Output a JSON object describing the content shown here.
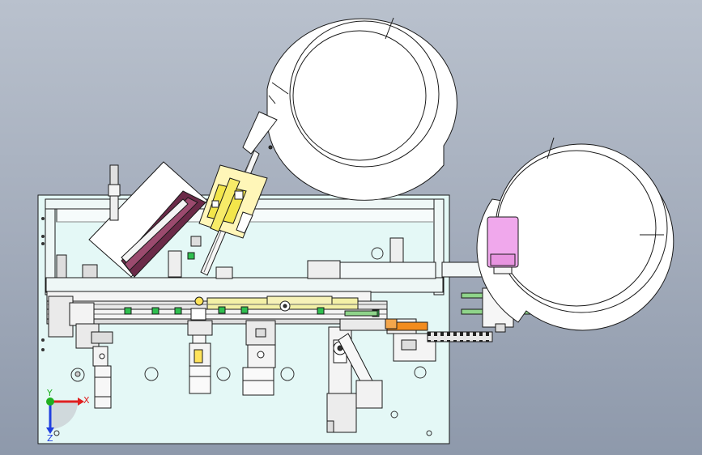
{
  "axis_triad": {
    "x_label": "X",
    "y_label": "Y",
    "z_label": "Z"
  },
  "colors": {
    "background_top": "#b9c1cd",
    "background_bottom": "#8e99ab",
    "base_plate": "#e4f8f6",
    "outline": "#1a1a1a",
    "bowl_fill": "#ffffff",
    "motor_pink": "#f0a8ec",
    "slider_yellow": "#f3e64a",
    "highlight_orange": "#f28c1e",
    "guide_green": "#8fd48a",
    "magazine_purple": "#6b2a48",
    "axis_x": "#e02020",
    "axis_y": "#20b020",
    "axis_z": "#2040e0"
  }
}
